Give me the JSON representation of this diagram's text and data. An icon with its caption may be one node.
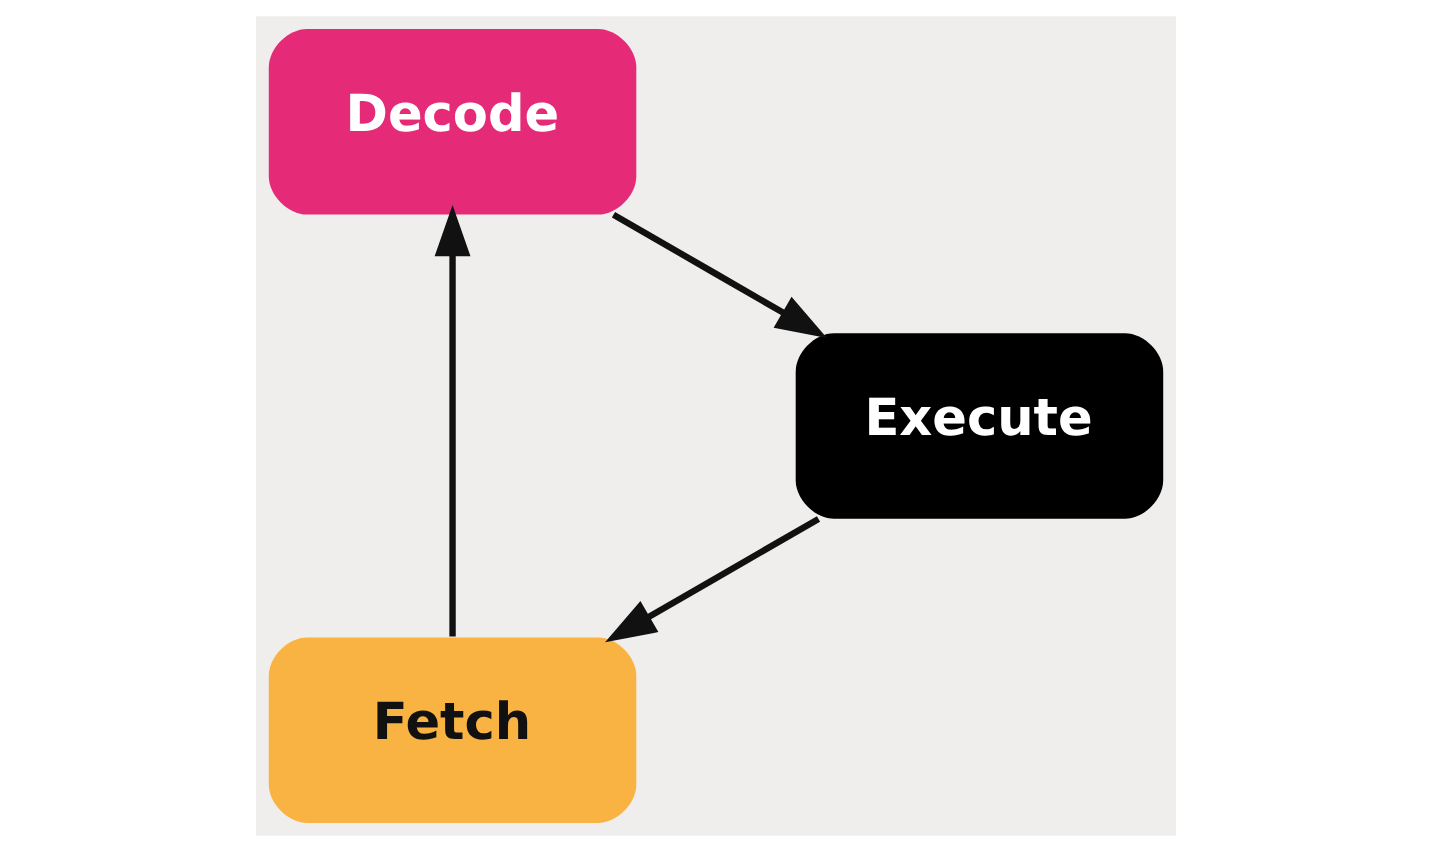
{
  "diagram": {
    "nodes": [
      {
        "text": [
          "Fetch"
        ]
      },
      {
        "text": [
          "Decode"
        ]
      },
      {
        "text": [
          "Execute"
        ]
      }
    ],
    "edges": [
      {
        "from": 0,
        "to": 1,
        "arrow": "to"
      },
      {
        "from": 1,
        "to": 2,
        "arrow": "to"
      },
      {
        "from": 2,
        "to": 0,
        "arrow": "to"
      }
    ]
  }
}
